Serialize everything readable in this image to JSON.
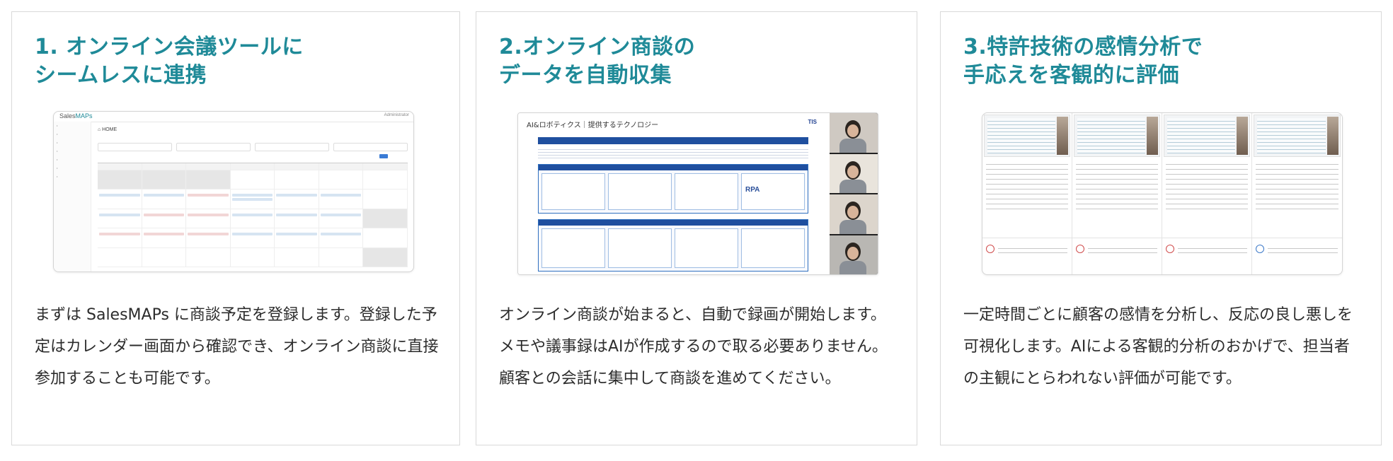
{
  "cards": [
    {
      "title": "1. オンライン会議ツールに\nシームレスに連携",
      "description": "まずは SalesMAPs に商談予定を登録します。登録した予定はカレンダー画面から確認でき、オンライン商談に直接参加することも可能です。",
      "screenshot": {
        "logo_prefix": "Sales",
        "logo_suffix": "MAPs",
        "user": "Administrator",
        "page_title": "⌂ HOME"
      }
    },
    {
      "title": "2.オンライン商談の\nデータを自動収集",
      "description": "オンライン商談が始まると、自動で録画が開始します。メモや議事録はAIが作成するので取る必要ありません。顧客との会話に集中して商談を進めてください。",
      "screenshot": {
        "slide_title": "AI&ロボティクス｜提供するテクノロジー",
        "slide_logo": "TIS",
        "rpa_label": "RPA"
      }
    },
    {
      "title": "3.特許技術の感情分析で\n手応えを客観的に評価",
      "description": "一定時間ごとに顧客の感情を分析し、反応の良し悪しを可視化します。AIによる客観的分析のおかげで、担当者の主観にとらわれない評価が可能です。"
    }
  ],
  "colors": {
    "accent": "#1f8a98",
    "border": "#d9d9d9",
    "text": "#2c2c2c"
  }
}
